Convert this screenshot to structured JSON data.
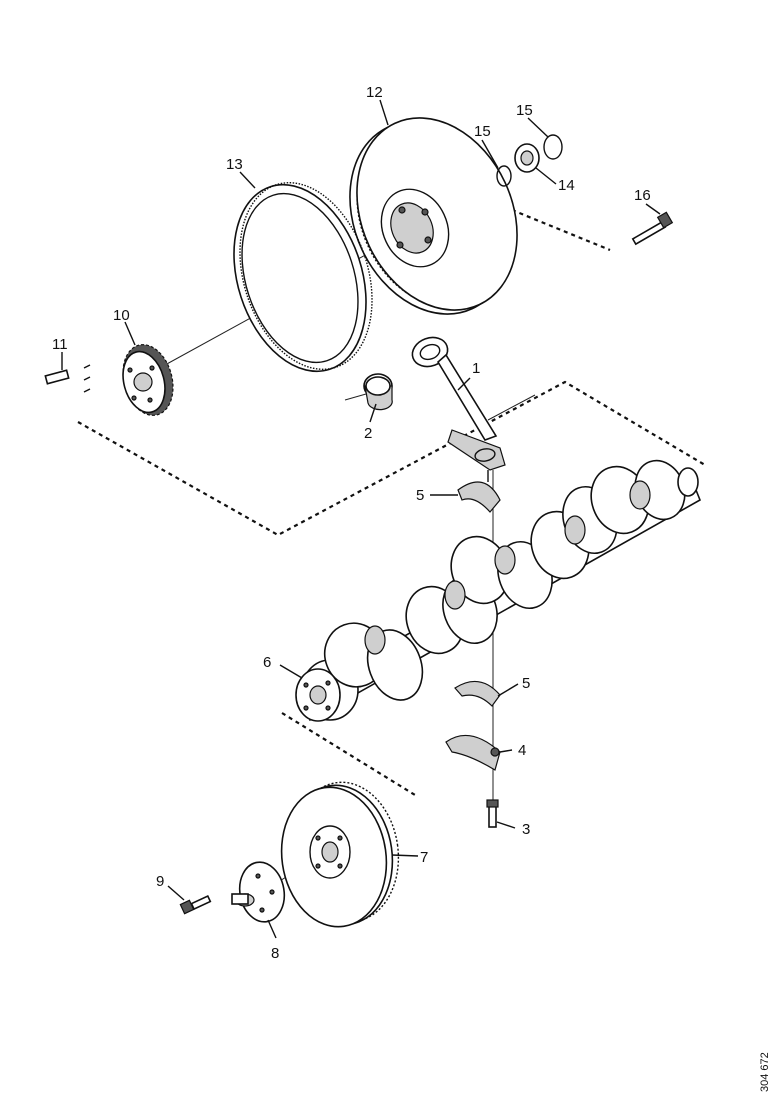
{
  "reference_code": "304 672",
  "callouts": [
    {
      "id": "c1",
      "text": "1"
    },
    {
      "id": "c2",
      "text": "2"
    },
    {
      "id": "c3",
      "text": "3"
    },
    {
      "id": "c4",
      "text": "4"
    },
    {
      "id": "c5a",
      "text": "5"
    },
    {
      "id": "c5b",
      "text": "5"
    },
    {
      "id": "c6",
      "text": "6"
    },
    {
      "id": "c7",
      "text": "7"
    },
    {
      "id": "c8",
      "text": "8"
    },
    {
      "id": "c9",
      "text": "9"
    },
    {
      "id": "c10",
      "text": "10"
    },
    {
      "id": "c11",
      "text": "11"
    },
    {
      "id": "c12",
      "text": "12"
    },
    {
      "id": "c13",
      "text": "13"
    },
    {
      "id": "c14",
      "text": "14"
    },
    {
      "id": "c15a",
      "text": "15"
    },
    {
      "id": "c15b",
      "text": "15"
    },
    {
      "id": "c16",
      "text": "16"
    }
  ],
  "colors": {
    "line": "#111111",
    "fill": "#ffffff",
    "shade": "#cfcfcf"
  }
}
